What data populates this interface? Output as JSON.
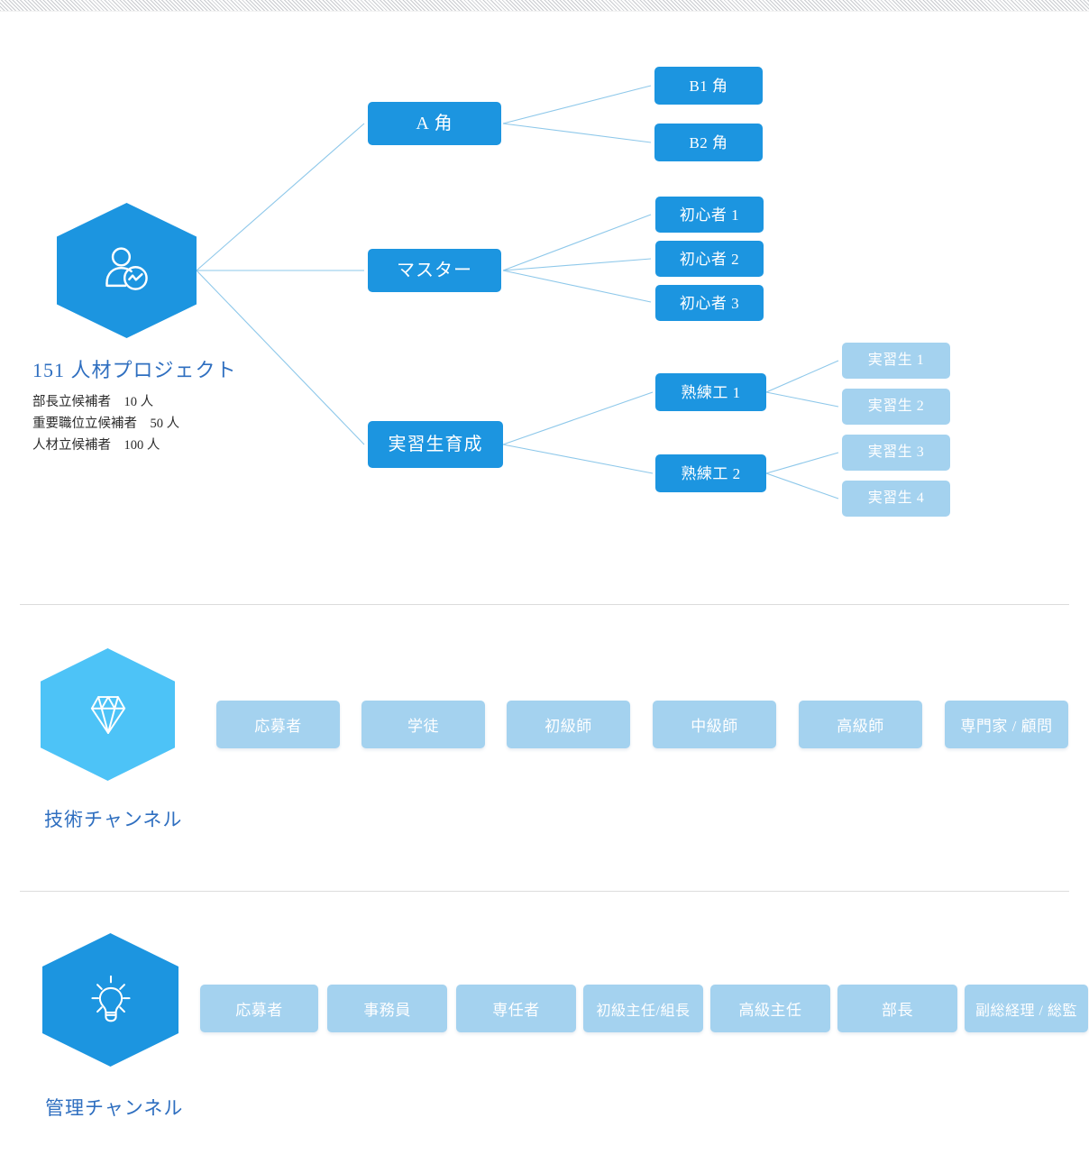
{
  "colors": {
    "primary": "#1c95e0",
    "light_blue": "#a4d2ef",
    "hex_tech": "#4dc3f7",
    "hex_mgmt": "#1c95e0",
    "caption_text": "#2f6fc0",
    "link_line": "#8ec8ea",
    "divider": "#dcdcdc"
  },
  "tree": {
    "root": {
      "icon": "person-chat-icon",
      "caption": "151 人材プロジェクト",
      "stats": [
        "部長立候補者　10 人",
        "重要職位立候補者　50 人",
        "人材立候補者　100 人"
      ]
    },
    "level1": [
      {
        "label": "A 角"
      },
      {
        "label": "マスター"
      },
      {
        "label": "実習生育成"
      }
    ],
    "level2": [
      {
        "label": "B1 角"
      },
      {
        "label": "B2 角"
      },
      {
        "label": "初心者 1"
      },
      {
        "label": "初心者 2"
      },
      {
        "label": "初心者 3"
      },
      {
        "label": "熟練工 1"
      },
      {
        "label": "熟練工 2"
      }
    ],
    "level3": [
      {
        "label": "実習生 1"
      },
      {
        "label": "実習生 2"
      },
      {
        "label": "実習生 3"
      },
      {
        "label": "実習生 4"
      }
    ]
  },
  "tech_channel": {
    "icon": "diamond-icon",
    "caption": "技術チャンネル",
    "steps": [
      "応募者",
      "学徒",
      "初級師",
      "中級師",
      "高級師",
      "専門家 / 顧問"
    ]
  },
  "mgmt_channel": {
    "icon": "lightbulb-icon",
    "caption": "管理チャンネル",
    "steps": [
      "応募者",
      "事務員",
      "専任者",
      "初級主任/組長",
      "高級主任",
      "部長",
      "副総経理 / 総監"
    ]
  }
}
